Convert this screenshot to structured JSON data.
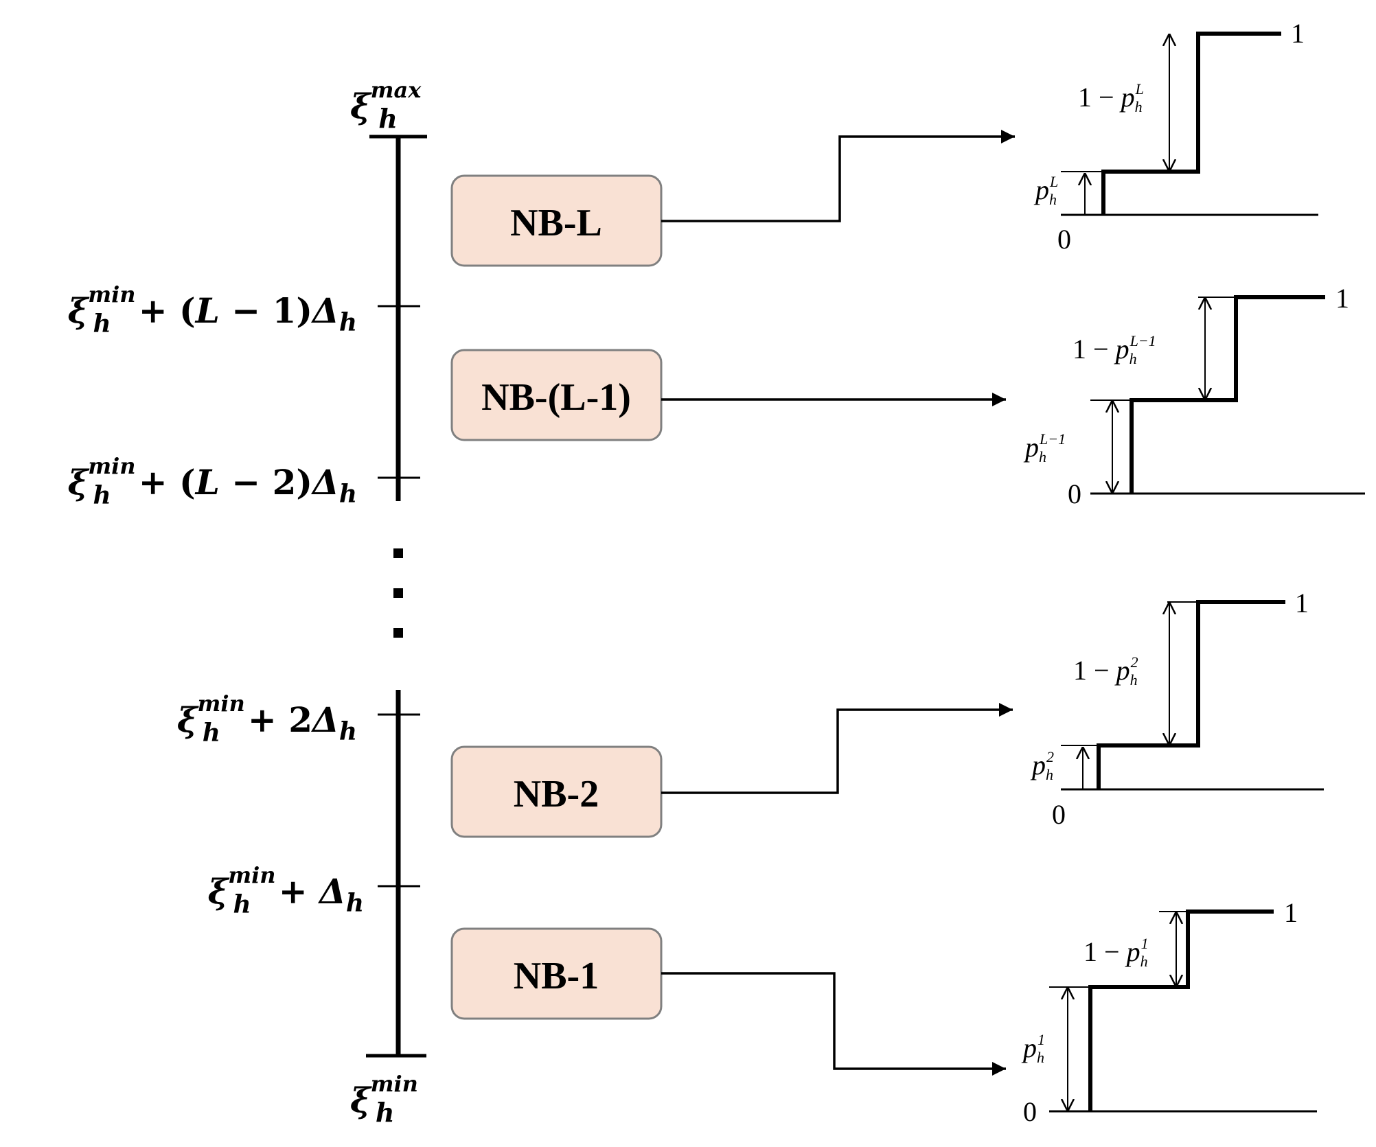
{
  "axis": {
    "top_label": {
      "symbol": "ξ",
      "sup": "max",
      "sub": "h"
    },
    "bottom_label": {
      "symbol": "ξ",
      "sup": "min",
      "sub": "h"
    },
    "ticks": [
      {
        "symbol": "ξ",
        "sup": "min",
        "sub": "h",
        "suffix": "+ (",
        "var": "L",
        "mid": " − 1)",
        "delta": "Δ",
        "delta_sub": "h"
      },
      {
        "symbol": "ξ",
        "sup": "min",
        "sub": "h",
        "suffix": "+ (",
        "var": "L",
        "mid": " − 2)",
        "delta": "Δ",
        "delta_sub": "h"
      },
      {
        "symbol": "ξ",
        "sup": "min",
        "sub": "h",
        "suffix": "+ 2",
        "var": "",
        "mid": "",
        "delta": "Δ",
        "delta_sub": "h"
      },
      {
        "symbol": "ξ",
        "sup": "min",
        "sub": "h",
        "suffix": "+ ",
        "var": "",
        "mid": "",
        "delta": "Δ",
        "delta_sub": "h"
      }
    ],
    "ellipsis": "⋮"
  },
  "boxes": [
    {
      "label": "NB-L"
    },
    {
      "label": "NB-(L-1)"
    },
    {
      "label": "NB-2"
    },
    {
      "label": "NB-1"
    }
  ],
  "step_plots": [
    {
      "one": "1",
      "zero": "0",
      "upper": {
        "prefix": "1 − ",
        "p": "p",
        "sub": "h",
        "sup": "L"
      },
      "lower": {
        "p": "p",
        "sub": "h",
        "sup": "L"
      }
    },
    {
      "one": "1",
      "zero": "0",
      "upper": {
        "prefix": "1 − ",
        "p": "p",
        "sub": "h",
        "sup": "L−1"
      },
      "lower": {
        "p": "p",
        "sub": "h",
        "sup": "L−1"
      }
    },
    {
      "one": "1",
      "zero": "0",
      "upper": {
        "prefix": "1 − ",
        "p": "p",
        "sub": "h",
        "sup": "2"
      },
      "lower": {
        "p": "p",
        "sub": "h",
        "sup": "2"
      }
    },
    {
      "one": "1",
      "zero": "0",
      "upper": {
        "prefix": "1 − ",
        "p": "p",
        "sub": "h",
        "sup": "1"
      },
      "lower": {
        "p": "p",
        "sub": "h",
        "sup": "1"
      }
    }
  ],
  "colors": {
    "box_fill": "#f9e1d4",
    "box_stroke": "#808080",
    "line": "#000000"
  }
}
